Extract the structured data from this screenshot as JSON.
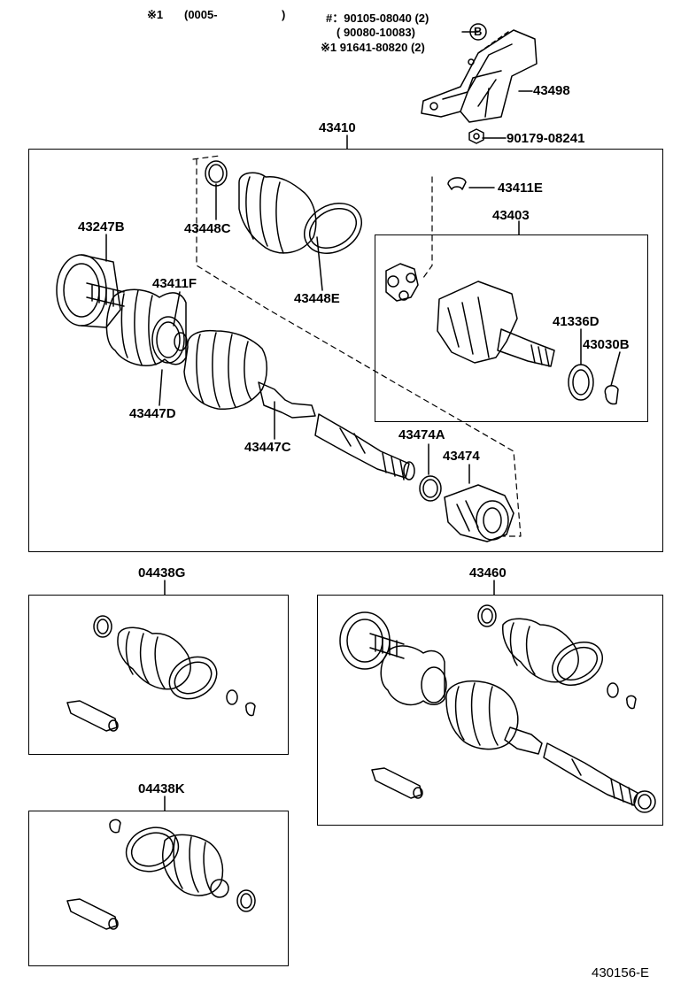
{
  "header": {
    "note_marker": "※1",
    "note_range": "(0005-",
    "note_close": ")",
    "bolt_line1": "#：90105-08040 (2)",
    "bolt_line2": "( 90080-10083)",
    "bolt_line3": "※1 91641-80820 (2)",
    "circle_ref": "B"
  },
  "parts": {
    "bracket": "43498",
    "nut": "90179-08241",
    "main_assembly": "43410",
    "outer_boot_clamp": "43448C",
    "outer_boot_band": "43448E",
    "snap_ring_e": "43411E",
    "inner_joint_assembly": "43403",
    "outer_joint": "43247B",
    "snap_ring_f": "43411F",
    "seal": "41336D",
    "snap_ring_b": "43030B",
    "boot_clamp_d": "43447D",
    "boot_clamp_c": "43447C",
    "dust_cover_a": "43474A",
    "dust_cover": "43474",
    "boot_kit_g": "04438G",
    "shaft_assembly_2": "43460",
    "boot_kit_k": "04438K"
  },
  "footer": {
    "diagram_code": "430156-E"
  }
}
